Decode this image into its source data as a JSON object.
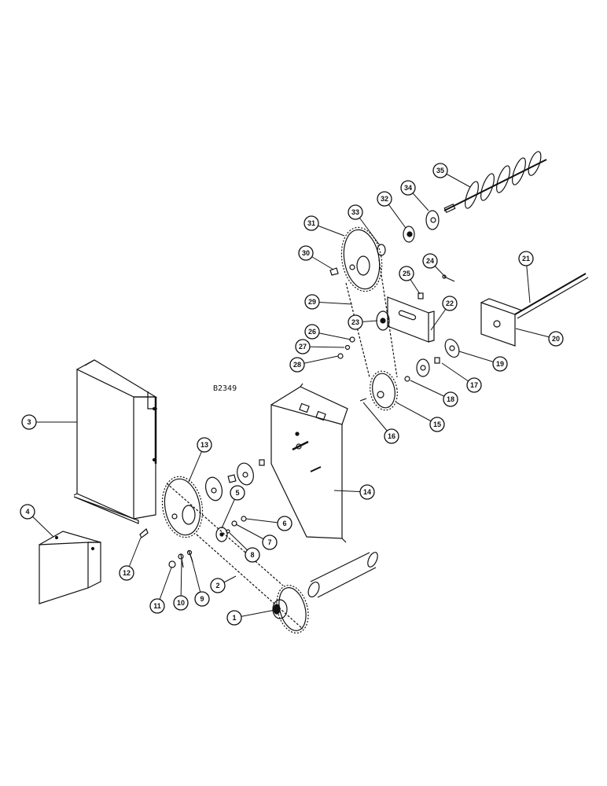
{
  "figure": {
    "reference_code": "B2349",
    "ink_color": "#111111",
    "paper_color": "#ffffff"
  },
  "callouts": [
    {
      "number": "1"
    },
    {
      "number": "2"
    },
    {
      "number": "3"
    },
    {
      "number": "4"
    },
    {
      "number": "5"
    },
    {
      "number": "6"
    },
    {
      "number": "7"
    },
    {
      "number": "8"
    },
    {
      "number": "9"
    },
    {
      "number": "10"
    },
    {
      "number": "11"
    },
    {
      "number": "12"
    },
    {
      "number": "13"
    },
    {
      "number": "14"
    },
    {
      "number": "15"
    },
    {
      "number": "16"
    },
    {
      "number": "17"
    },
    {
      "number": "18"
    },
    {
      "number": "19"
    },
    {
      "number": "20"
    },
    {
      "number": "21"
    },
    {
      "number": "22"
    },
    {
      "number": "23"
    },
    {
      "number": "24"
    },
    {
      "number": "25"
    },
    {
      "number": "26"
    },
    {
      "number": "27"
    },
    {
      "number": "28"
    },
    {
      "number": "29"
    },
    {
      "number": "30"
    },
    {
      "number": "31"
    },
    {
      "number": "32"
    },
    {
      "number": "33"
    },
    {
      "number": "34"
    },
    {
      "number": "35"
    }
  ]
}
